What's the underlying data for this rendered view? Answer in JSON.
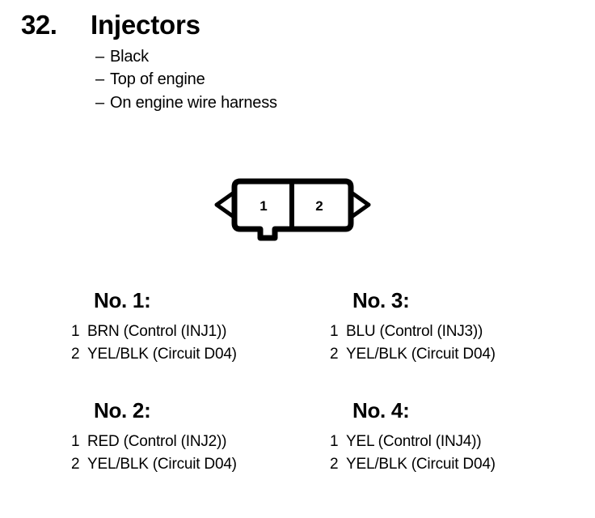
{
  "page": {
    "background_color": "#ffffff",
    "ink_color": "#000000"
  },
  "header": {
    "item_number": "32.",
    "title": "Injectors",
    "bullet_marker": "–",
    "bullets": [
      "Black",
      "Top of engine",
      "On engine wire harness"
    ]
  },
  "connector": {
    "name": "two-cavity-connector",
    "cavities": [
      "1",
      "2"
    ],
    "left_tab": "triangle-left",
    "right_tab": "triangle-right",
    "bottom_tab": "locking-tab"
  },
  "pin_blocks": [
    {
      "title": "No. 1:",
      "pins": [
        {
          "number": "1",
          "description": "BRN (Control (INJ1))"
        },
        {
          "number": "2",
          "description": "YEL/BLK (Circuit D04)"
        }
      ]
    },
    {
      "title": "No. 3:",
      "pins": [
        {
          "number": "1",
          "description": "BLU (Control (INJ3))"
        },
        {
          "number": "2",
          "description": "YEL/BLK (Circuit D04)"
        }
      ]
    },
    {
      "title": "No. 2:",
      "pins": [
        {
          "number": "1",
          "description": "RED (Control (INJ2))"
        },
        {
          "number": "2",
          "description": "YEL/BLK (Circuit D04)"
        }
      ]
    },
    {
      "title": "No. 4:",
      "pins": [
        {
          "number": "1",
          "description": "YEL (Control (INJ4))"
        },
        {
          "number": "2",
          "description": "YEL/BLK (Circuit D04)"
        }
      ]
    }
  ]
}
